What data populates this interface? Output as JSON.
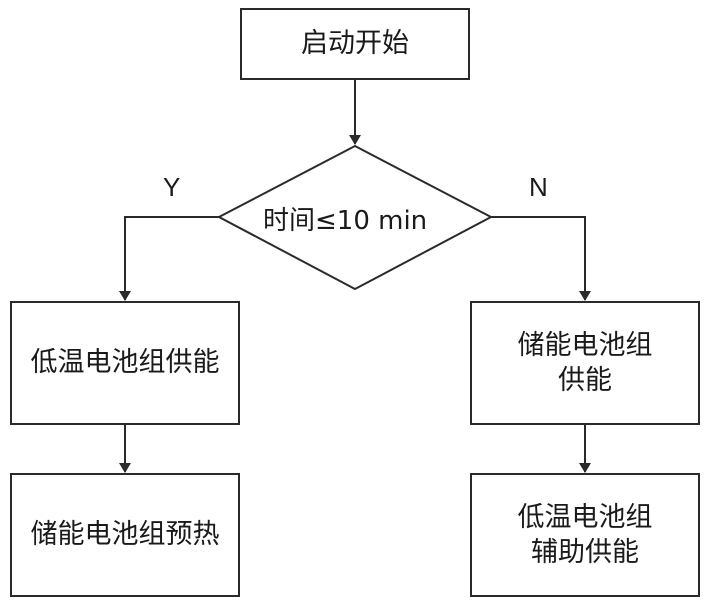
{
  "nodes": {
    "start": "启动开始",
    "decision": "时间≤10 min",
    "left1": "低温电池组供能",
    "left2": "储能电池组预热",
    "right1": "储能电池组\n供能",
    "right2": "低温电池组\n辅助供能"
  },
  "labels": {
    "yes": "Y",
    "no": "N"
  }
}
